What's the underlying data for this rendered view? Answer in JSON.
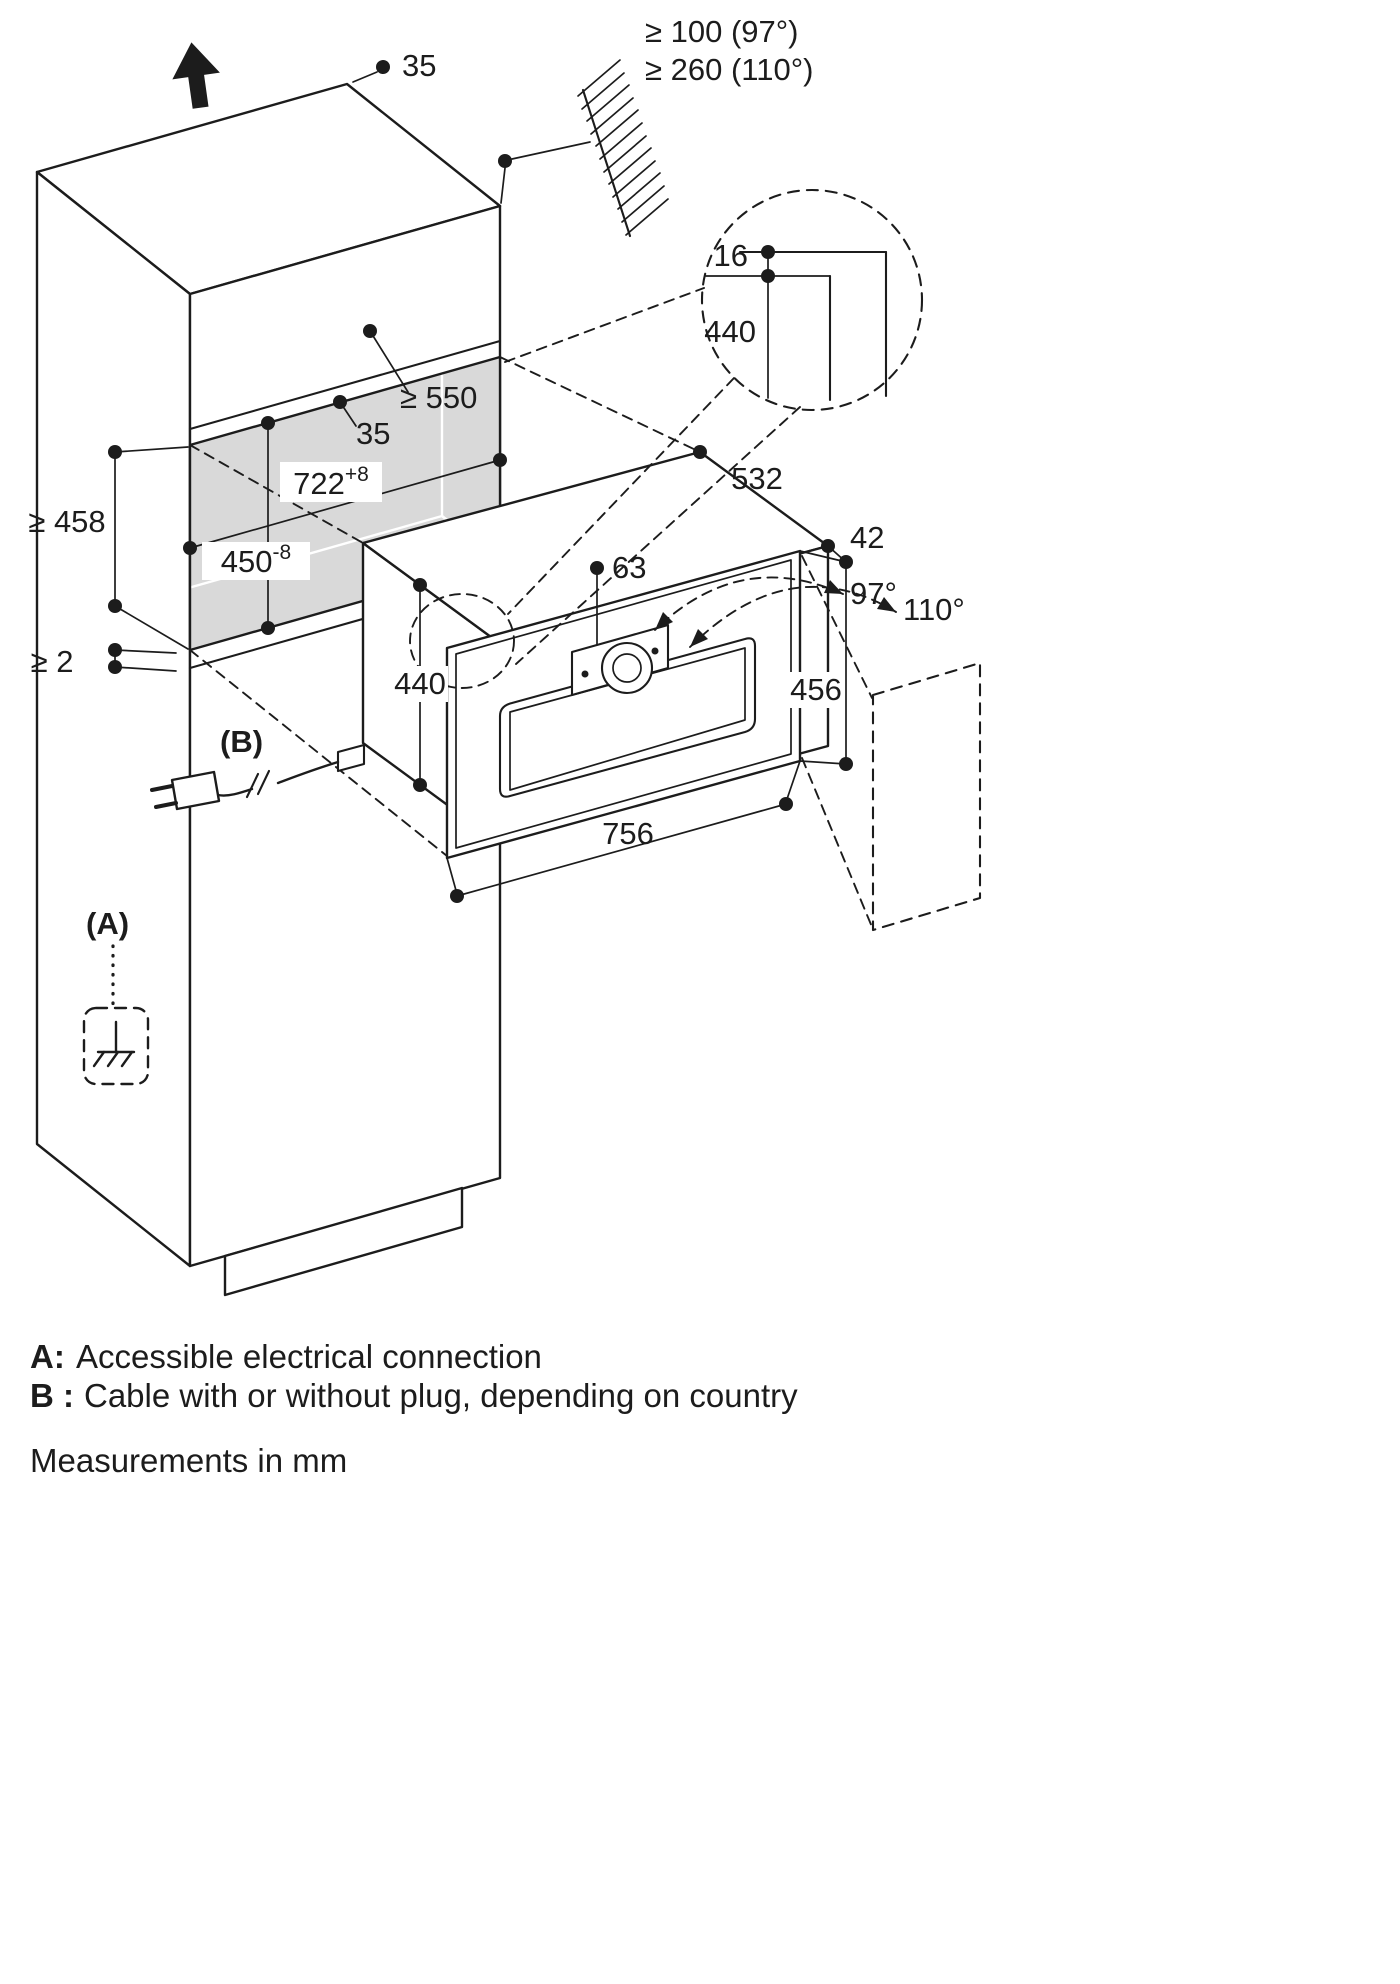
{
  "diagram": {
    "colors": {
      "line": "#1c1c1c",
      "niche_fill": "#d9d9d9",
      "background": "#ffffff"
    },
    "icons": {
      "up_arrow": "up-arrow",
      "wall_hatch": "wall-section-hatch",
      "power_plug": "power-plug",
      "ground_symbol": "earth-ground",
      "detail_magnifier": "detail-circle"
    },
    "top": {
      "dim_wall_gap": "35",
      "clearance_97": "≥ 100 (97°)",
      "clearance_110": "≥ 260 (110°)"
    },
    "detail": {
      "dim_16": "16",
      "dim_440": "440"
    },
    "niche": {
      "depth_min": "≥ 550",
      "top_panel": "35",
      "width": "722",
      "width_tol": "+8",
      "height": "450",
      "height_tol": "-8",
      "front_min": "≥ 458",
      "bottom_gap_min": "≥ 2"
    },
    "oven": {
      "depth": "532",
      "door_offset": "42",
      "panel_offset": "63",
      "angle_small": "97°",
      "angle_large": "110°",
      "front_height": "456",
      "body_height": "440",
      "width": "756"
    },
    "callouts": {
      "a": "(A)",
      "b": "(B)"
    },
    "legend": {
      "a_key": "A:",
      "a_text": "Accessible electrical connection",
      "b_key": "B :",
      "b_text": "Cable with or without plug, depending on country",
      "note": "Measurements in mm"
    }
  }
}
